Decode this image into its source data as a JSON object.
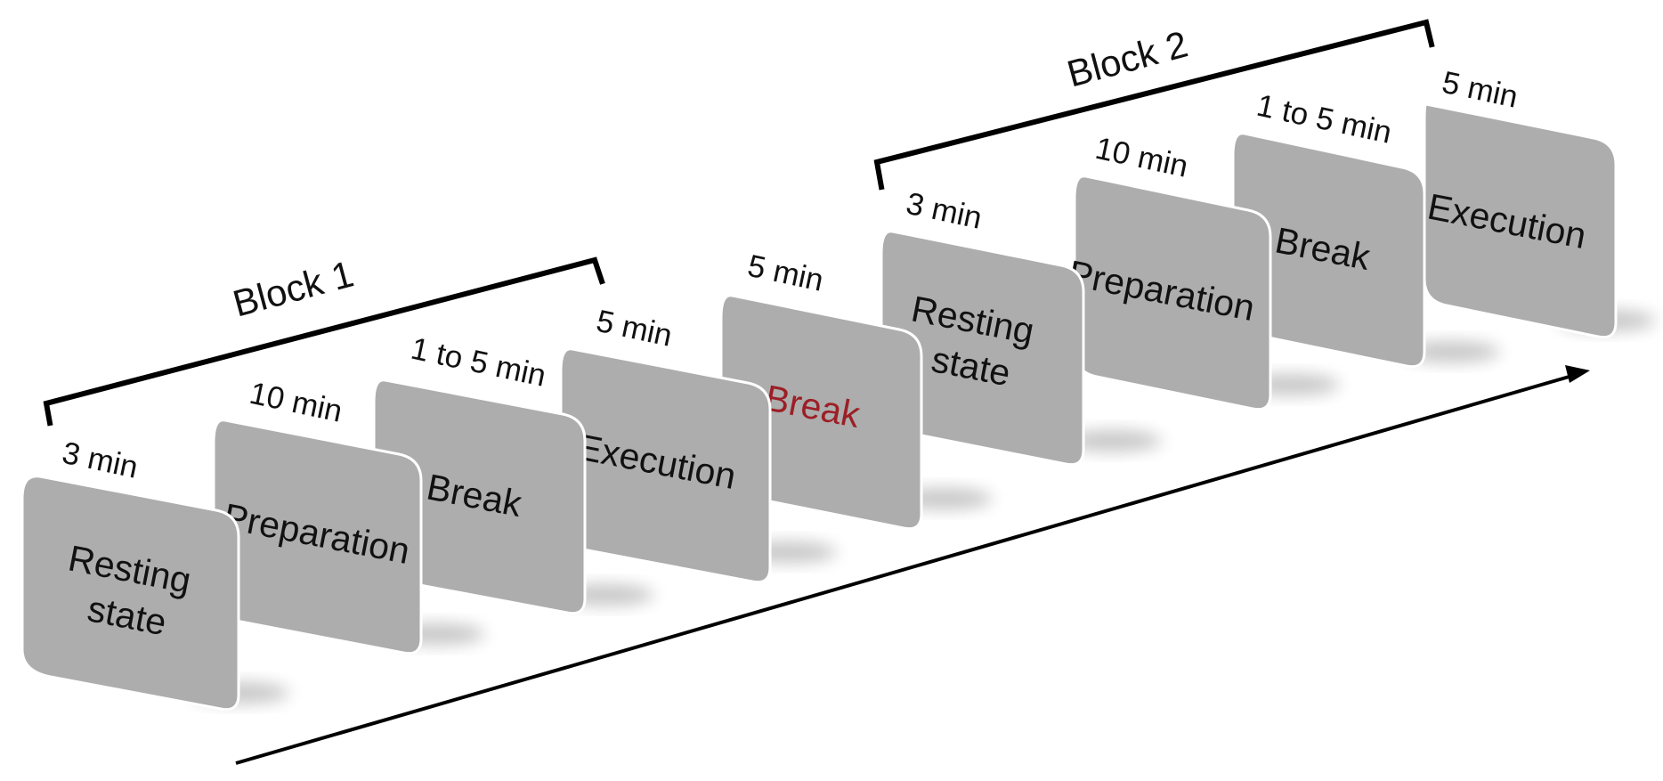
{
  "diagram": {
    "blocks": [
      {
        "label": "Block 1"
      },
      {
        "label": "Block 2"
      }
    ],
    "steps": [
      {
        "duration": "3 min",
        "lines": [
          "Resting",
          "state"
        ],
        "highlight": false
      },
      {
        "duration": "10 min",
        "lines": [
          "Preparation"
        ],
        "highlight": false
      },
      {
        "duration": "1 to 5 min",
        "lines": [
          "Break"
        ],
        "highlight": false
      },
      {
        "duration": "5 min",
        "lines": [
          "Execution"
        ],
        "highlight": false
      },
      {
        "duration": "5 min",
        "lines": [
          "Break"
        ],
        "highlight": true
      },
      {
        "duration": "3 min",
        "lines": [
          "Resting",
          "state"
        ],
        "highlight": false
      },
      {
        "duration": "10 min",
        "lines": [
          "Preparation"
        ],
        "highlight": false
      },
      {
        "duration": "1 to 5 min",
        "lines": [
          "Break"
        ],
        "highlight": false
      },
      {
        "duration": "5 min",
        "lines": [
          "Execution"
        ],
        "highlight": false
      }
    ],
    "colors": {
      "card": "#adadad",
      "highlight_text": "#9c1f26",
      "text": "#111111",
      "line": "#000000"
    }
  }
}
